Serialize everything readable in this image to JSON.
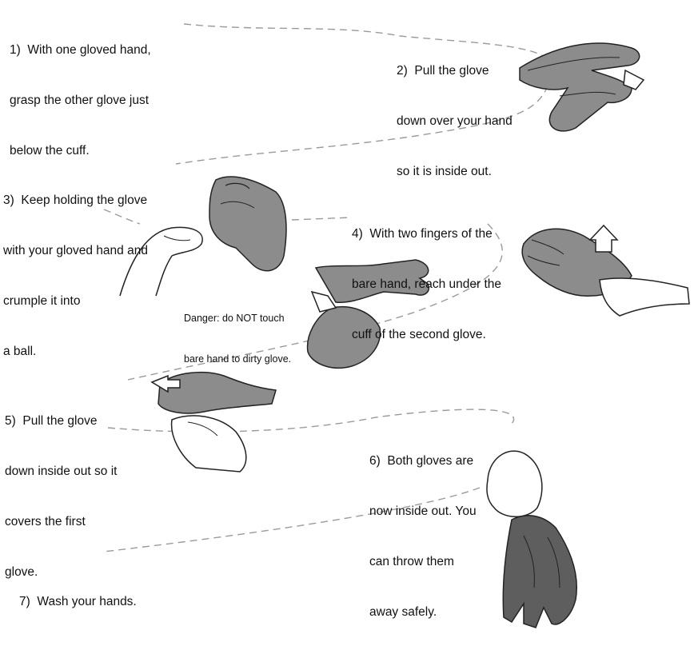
{
  "steps": [
    {
      "id": 1,
      "lines": [
        "1)  With one gloved hand,",
        "grasp the other glove just",
        "below the cuff."
      ]
    },
    {
      "id": 2,
      "lines": [
        "2)  Pull the glove",
        "down over your hand",
        "so it is inside out."
      ]
    },
    {
      "id": 3,
      "lines": [
        "3)  Keep holding the glove",
        "with your gloved hand and",
        "crumple it into",
        "a ball."
      ]
    },
    {
      "id": 4,
      "lines": [
        "4)  With two fingers of the",
        "bare hand, reach under the",
        "cuff of the second glove."
      ]
    },
    {
      "id": 5,
      "lines": [
        "5)  Pull the glove",
        "down inside out so it",
        "covers the first",
        "glove."
      ]
    },
    {
      "id": 6,
      "lines": [
        "6)  Both gloves are",
        "now inside out. You",
        "can throw them",
        "away safely."
      ]
    },
    {
      "id": 7,
      "lines": [
        "7)  Wash your hands."
      ]
    }
  ],
  "warning": {
    "lines": [
      "Danger: do NOT touch",
      "bare hand to dirty glove."
    ]
  },
  "colors": {
    "ink": "#111111",
    "glove": "#8c8c8c",
    "glove_dark": "#5e5e5e",
    "dash": "#9a9a9a"
  }
}
